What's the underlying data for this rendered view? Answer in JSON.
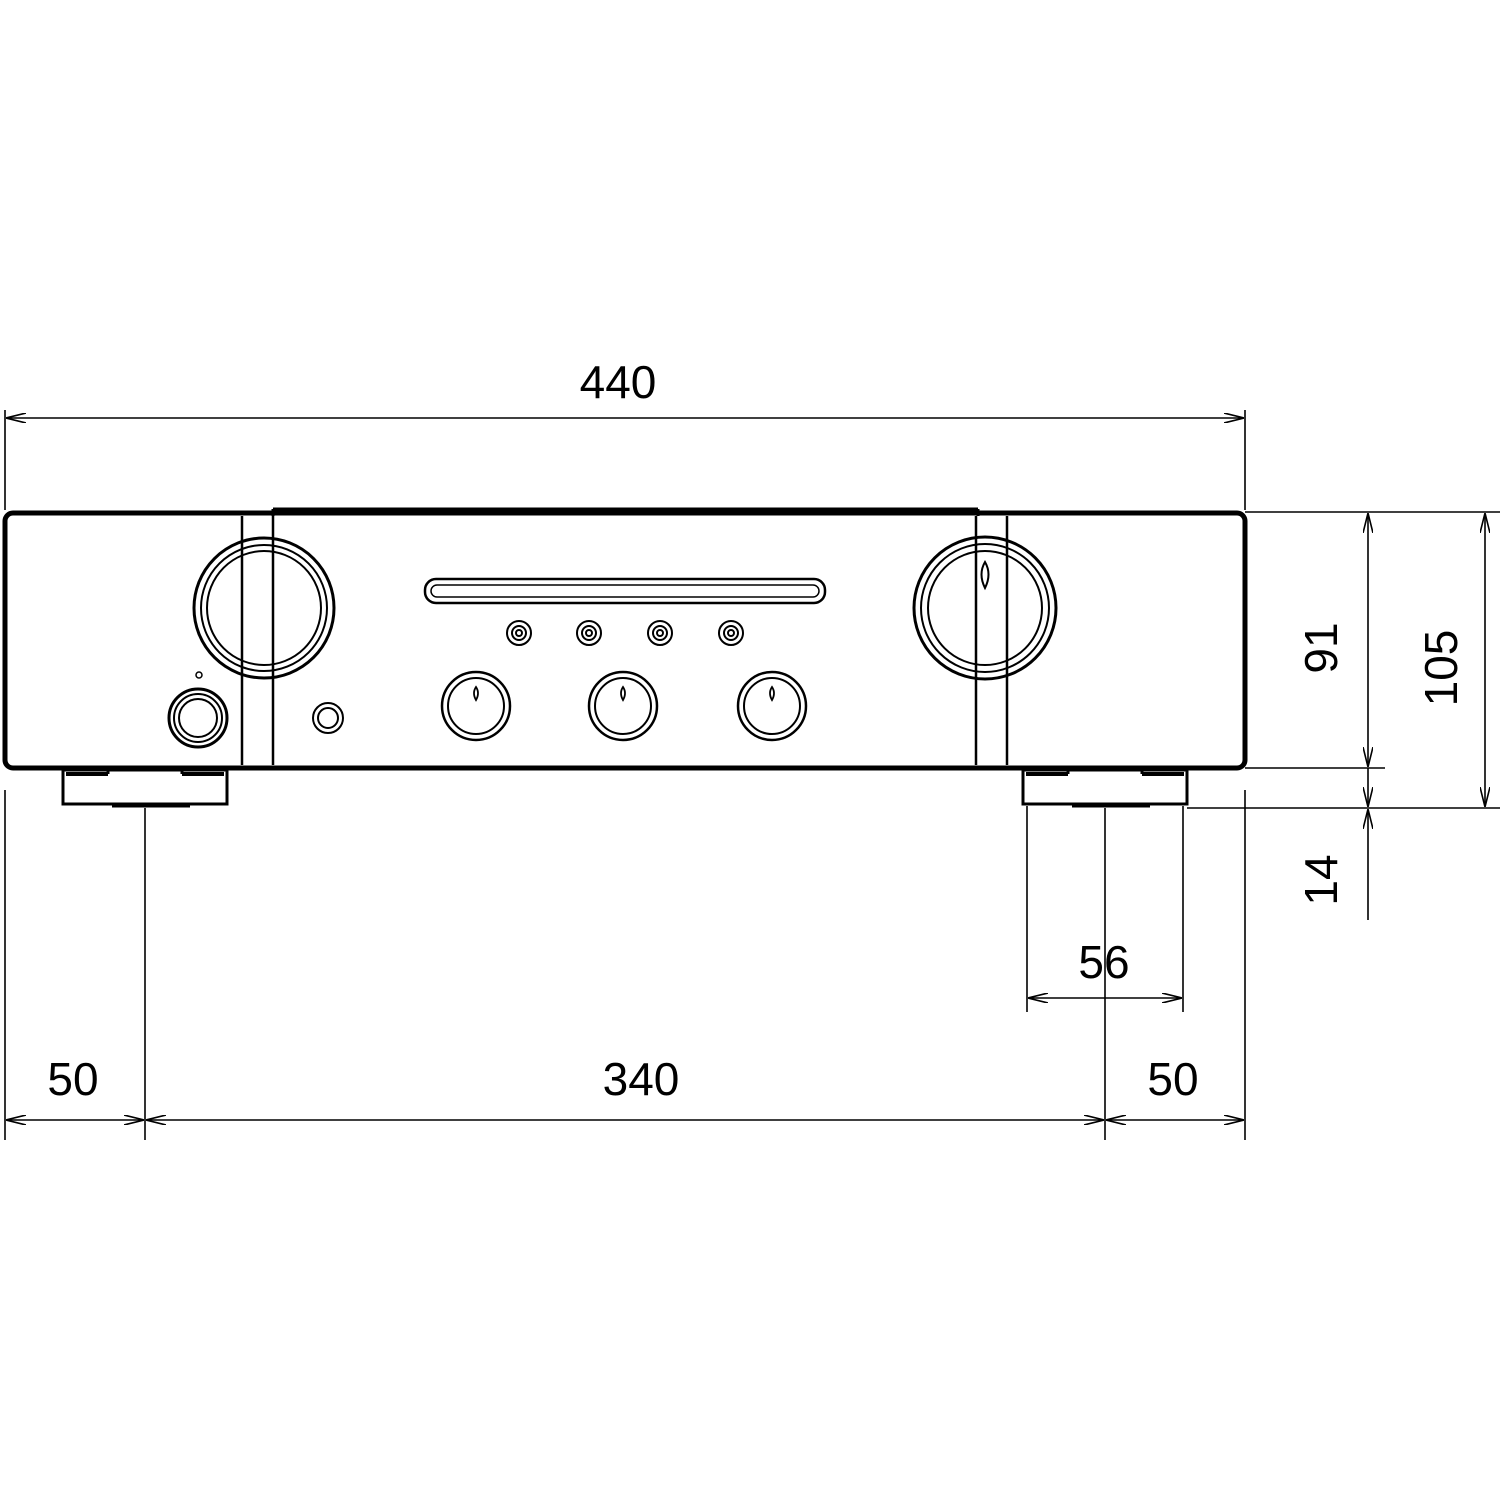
{
  "colors": {
    "ink": "#000000",
    "paper": "#ffffff"
  },
  "dimensions": {
    "overall_width": {
      "label": "440",
      "value": 440,
      "unit": "mm"
    },
    "body_height": {
      "label": "91",
      "value": 91,
      "unit": "mm"
    },
    "overall_height": {
      "label": "105",
      "value": 105,
      "unit": "mm"
    },
    "foot_height": {
      "label": "14",
      "value": 14,
      "unit": "mm"
    },
    "foot_width": {
      "label": "56",
      "value": 56,
      "unit": "mm"
    },
    "left_foot_offset": {
      "label": "50",
      "value": 50,
      "unit": "mm"
    },
    "foot_spacing": {
      "label": "340",
      "value": 340,
      "unit": "mm"
    },
    "right_foot_offset": {
      "label": "50",
      "value": 50,
      "unit": "mm"
    }
  },
  "front_panel": {
    "large_knobs": 2,
    "small_knobs": 3,
    "indicator_buttons": 4,
    "small_button": 1,
    "headphone_jack": 1,
    "display_slot": 1,
    "feet": 2
  }
}
